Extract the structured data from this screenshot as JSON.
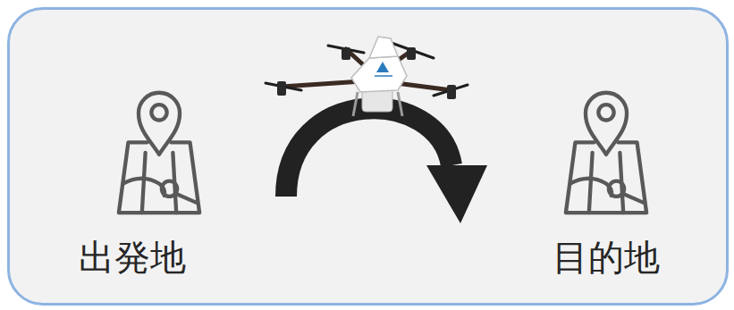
{
  "diagram": {
    "nodes": [
      {
        "text": [
          "出発地"
        ]
      },
      {
        "text": [
          "目的地"
        ]
      }
    ],
    "edges": [
      {
        "from": 0,
        "to": 1,
        "arrow": "to"
      }
    ]
  }
}
